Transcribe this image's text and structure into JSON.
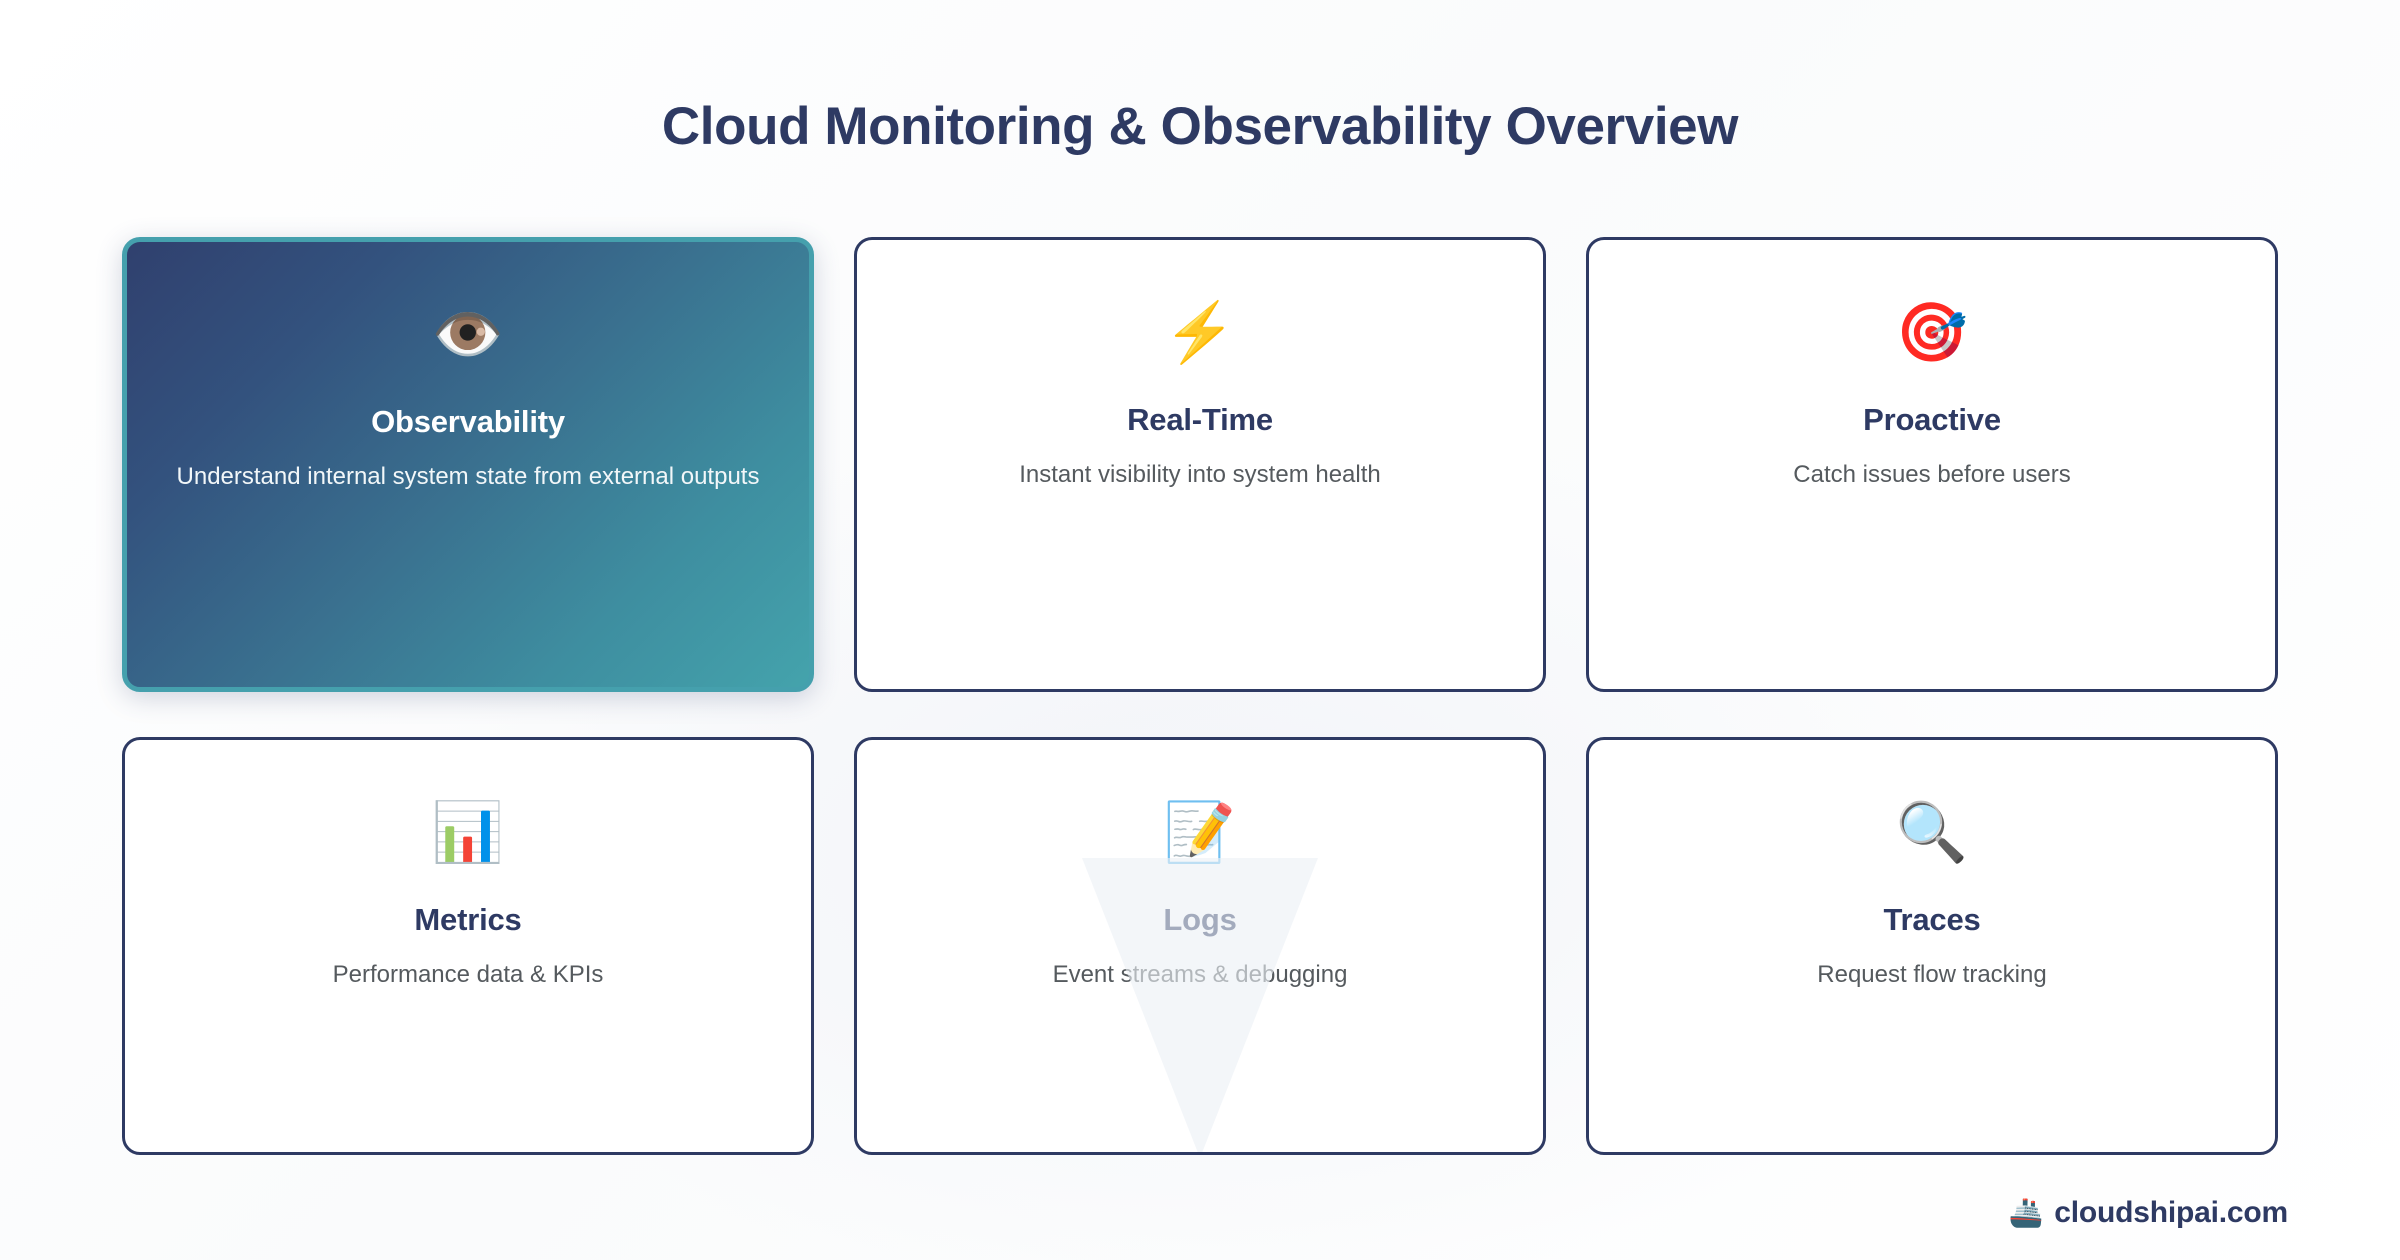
{
  "page": {
    "title": "Cloud Monitoring & Observability Overview",
    "background_color": "#ffffff",
    "accent_navy": "#2e3a63",
    "accent_teal": "#45a0ad",
    "body_text_color": "#555a5e"
  },
  "cards": [
    {
      "id": "observability",
      "icon": "👁️",
      "icon_name": "eye-icon",
      "title": "Observability",
      "description": "Understand internal system state from external outputs",
      "featured": true,
      "gradient_from": "#30406e",
      "gradient_to": "#44a3ac",
      "border_color": "#45a0ad",
      "title_color": "#ffffff"
    },
    {
      "id": "real-time",
      "icon": "⚡",
      "icon_name": "lightning-bolt-icon",
      "title": "Real-Time",
      "description": "Instant visibility into system health",
      "featured": false,
      "border_color": "#2e3a63",
      "title_color": "#2e3a63"
    },
    {
      "id": "proactive",
      "icon": "🎯",
      "icon_name": "dart-target-icon",
      "title": "Proactive",
      "description": "Catch issues before users",
      "featured": false,
      "border_color": "#2e3a63",
      "title_color": "#2e3a63"
    },
    {
      "id": "metrics",
      "icon": "📊",
      "icon_name": "bar-chart-icon",
      "title": "Metrics",
      "description": "Performance data & KPIs",
      "featured": false,
      "border_color": "#2e3a63",
      "title_color": "#2e3a63"
    },
    {
      "id": "logs",
      "icon": "📝",
      "icon_name": "memo-pencil-icon",
      "title": "Logs",
      "description": "Event streams & debugging",
      "featured": false,
      "border_color": "#2e3a63",
      "title_color": "#2e3a63"
    },
    {
      "id": "traces",
      "icon": "🔍",
      "icon_name": "magnifying-glass-icon",
      "title": "Traces",
      "description": "Request flow tracking",
      "featured": false,
      "border_color": "#2e3a63",
      "title_color": "#2e3a63"
    }
  ],
  "watermark": {
    "icon": "🚢",
    "icon_name": "ship-icon",
    "label": "cloudshipai.com",
    "color": "#2e3a63"
  }
}
